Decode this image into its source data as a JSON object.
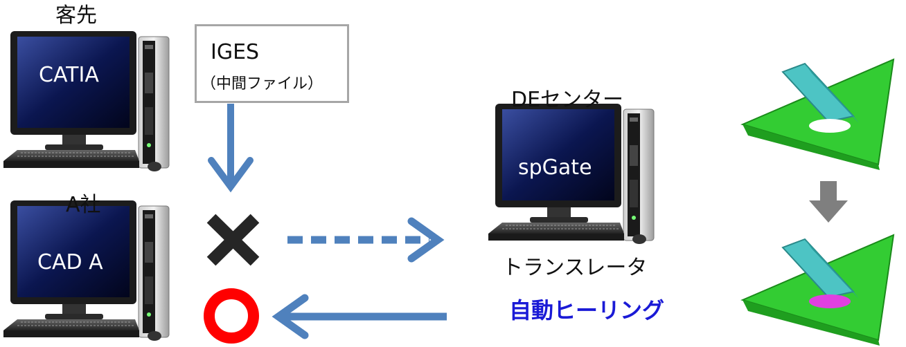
{
  "client": {
    "label": "客先",
    "software": "CATIA"
  },
  "company": {
    "label": "A社",
    "software": "CAD A"
  },
  "de_center": {
    "label": "DEセンター",
    "software": "spGate"
  },
  "iges": {
    "title": "IGES",
    "subtitle": "（中間ファイル）"
  },
  "translator_label": "トランスレータ",
  "healing_label": "自動ヒーリング",
  "colors": {
    "arrow_blue": "#4f81bd",
    "fail_mark": "#262626",
    "ok_mark": "#ff0000",
    "healing_text": "#1a1ad6",
    "gray_arrow": "#7f7f7f",
    "model_green": "#33cc33",
    "model_cyan": "#4dc4c4",
    "heal_patch": "#e040e0"
  },
  "icons": [
    "computer-icon",
    "cross-icon",
    "circle-icon",
    "arrow-down-icon",
    "arrow-left-icon",
    "dotted-arrow-right-icon",
    "cad-model-icon"
  ]
}
